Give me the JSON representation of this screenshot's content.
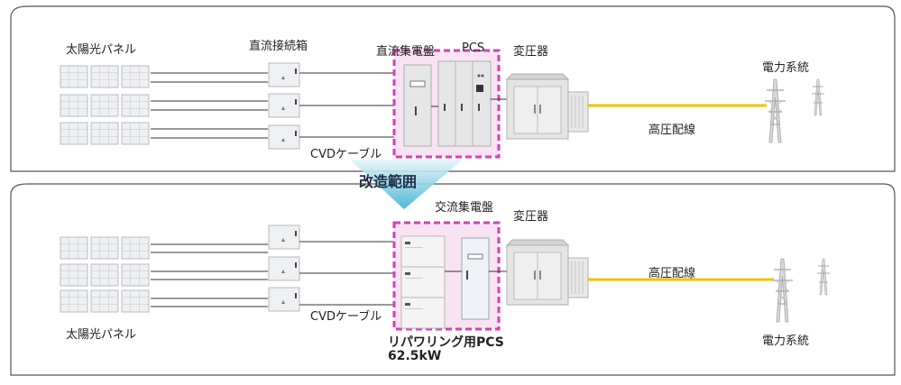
{
  "top": {
    "solar_label": "太陽光パネル",
    "junction_label": "直流接続箱",
    "dc_panel_label": "直流集電盤",
    "pcs_label": "PCS",
    "transformer_label": "変圧器",
    "grid_label": "電力系統",
    "hv_label": "高圧配線",
    "cable_label": "CVDケーブル"
  },
  "arrow_label": "改造範囲",
  "bottom": {
    "solar_label": "太陽光パネル",
    "ac_panel_label": "交流集電盤",
    "transformer_label": "変圧器",
    "hv_label": "高圧配線",
    "cable_label": "CVDケーブル",
    "grid_label": "電力系統",
    "repower_label": "リパワリング用PCS",
    "repower_kw": "62.5kW"
  },
  "colors": {
    "frame": "#555555",
    "dashed_box": "#d63fb4",
    "dashed_fill": "#f7e3f2",
    "hv_line": "#f2c200",
    "arrow_top": "#d9f2f7",
    "arrow_bottom": "#3fb3d1"
  }
}
